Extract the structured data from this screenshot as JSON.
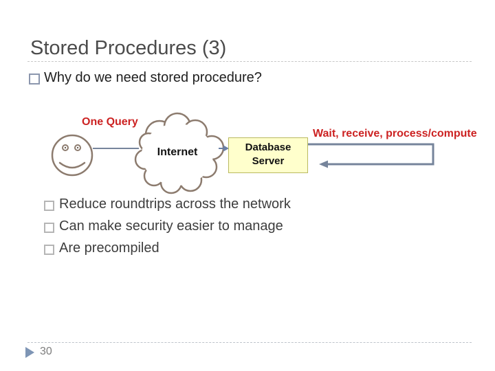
{
  "slide": {
    "title": "Stored Procedures (3)",
    "page_number": "30"
  },
  "content": {
    "question_bullet": "Why do we need stored procedure?",
    "benefit_bullets": [
      "Reduce roundtrips across the network",
      "Can make security easier to manage",
      "Are precompiled"
    ]
  },
  "diagram": {
    "query_label": "One Query",
    "cloud_label": "Internet",
    "server_label": "Database Server",
    "response_label": "Wait, receive, process/compute",
    "icons": {
      "client": "smiley-face-icon",
      "network": "cloud-icon",
      "request": "right-arrow-icon",
      "response": "u-turn-left-arrow-icon",
      "footer_marker": "play-triangle-icon",
      "bullet": "square-outline-bullet-icon"
    }
  },
  "colors": {
    "highlight_red": "#cc2222",
    "title_gray": "#4b4b4b",
    "sketch_brown": "#8c7b6e",
    "connector_slate": "#76849b",
    "server_box_fill": "#ffffcc",
    "server_box_border": "#b9b95f",
    "footer_triangle_blue": "#7e95b5"
  }
}
